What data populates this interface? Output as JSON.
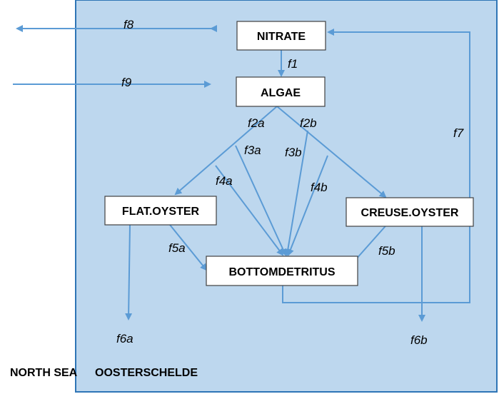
{
  "colors": {
    "region_fill": "#bdd7ee",
    "region_stroke": "#2e75b6",
    "box_fill": "#ffffff",
    "box_stroke": "#404040",
    "arrow": "#5b9bd5"
  },
  "boxes": {
    "nitrate": "NITRATE",
    "algae": "ALGAE",
    "flat_oyster": "FLAT.OYSTER",
    "creuse_oyster": "CREUSE.OYSTER",
    "bottom_detritus": "BOTTOMDETRITUS"
  },
  "flows": {
    "f1": "f1",
    "f2a": "f2a",
    "f2b": "f2b",
    "f3a": "f3a",
    "f3b": "f3b",
    "f4a": "f4a",
    "f4b": "f4b",
    "f5a": "f5a",
    "f5b": "f5b",
    "f6a": "f6a",
    "f6b": "f6b",
    "f7": "f7",
    "f8": "f8",
    "f9": "f9"
  },
  "regions": {
    "north_sea": "NORTH SEA",
    "oosterschelde": "OOSTERSCHELDE"
  }
}
